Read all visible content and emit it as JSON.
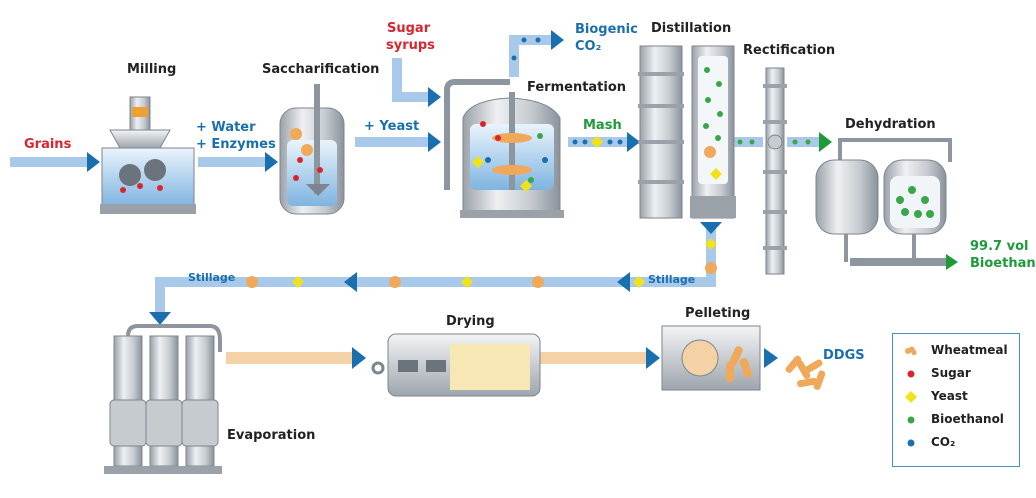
{
  "labels": {
    "grains": "Grains",
    "milling": "Milling",
    "water": "+ Water",
    "enzymes": "+ Enzymes",
    "saccharification": "Saccharification",
    "yeast": "+ Yeast",
    "sugar_syrups_1": "Sugar",
    "sugar_syrups_2": "syrups",
    "biogenic_1": "Biogenic",
    "biogenic_2": "CO₂",
    "fermentation": "Fermentation",
    "mash": "Mash",
    "distillation": "Distillation",
    "rectification": "Rectification",
    "dehydration": "Dehydration",
    "bioethanol_pct": "99.7 vol",
    "bioethanol": "Bioethan",
    "stillage_left": "Stillage",
    "stillage_right": "Stillage",
    "drying": "Drying",
    "pelleting": "Pelleting",
    "ddgs": "DDGS",
    "evaporation": "Evaporation"
  },
  "legend": [
    {
      "label": "Wheatmeal",
      "marker": "wheatmeal-icon",
      "color": "#f0a95a"
    },
    {
      "label": "Sugar",
      "marker": "dot",
      "color": "#d8262e"
    },
    {
      "label": "Yeast",
      "marker": "diamond",
      "color": "#f2e21a"
    },
    {
      "label": "Bioethanol",
      "marker": "dot",
      "color": "#3aa64a"
    },
    {
      "label": "CO₂",
      "marker": "dot",
      "color": "#1a6fae"
    }
  ],
  "colors": {
    "flow_pipe": "#a9c9ea",
    "arrow_head": "#1a6fae",
    "steel_light": "#e3e6ea",
    "steel_dark": "#8d959e",
    "mash_green": "#1f9a3a",
    "wheatmeal": "#f0a95a",
    "sugar": "#d8262e",
    "yeast": "#f2e21a",
    "bioethanol": "#3aa64a",
    "co2": "#1a6fae"
  }
}
